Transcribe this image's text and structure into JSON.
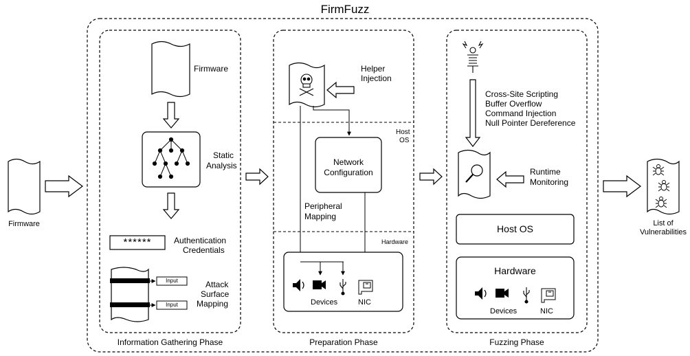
{
  "title": "FirmFuzz",
  "input": {
    "label": "Firmware"
  },
  "output": {
    "label_line1": "List of",
    "label_line2": "Vulnerabilities"
  },
  "phases": {
    "info_gathering": {
      "label": "Information Gathering Phase",
      "firmware_label": "Firmware",
      "static_analysis_line1": "Static",
      "static_analysis_line2": "Analysis",
      "credentials_stars": "******",
      "credentials_line1": "Authentication",
      "credentials_line2": "Credentials",
      "input_field_1": "Input",
      "input_field_2": "Input",
      "attack_line1": "Attack",
      "attack_line2": "Surface",
      "attack_line3": "Mapping"
    },
    "preparation": {
      "label": "Preparation Phase",
      "helper_line1": "Helper",
      "helper_line2": "Injection",
      "host_os_line1": "Host",
      "host_os_line2": "OS",
      "network_line1": "Network",
      "network_line2": "Configuration",
      "peripheral_line1": "Peripheral",
      "peripheral_line2": "Mapping",
      "hardware_label": "Hardware",
      "devices_label": "Devices",
      "nic_label": "NIC"
    },
    "fuzzing": {
      "label": "Fuzzing Phase",
      "vulnerabilities": [
        "Cross-Site Scripting",
        "Buffer Overflow",
        "Command Injection",
        "Null Pointer Dereference"
      ],
      "runtime_line1": "Runtime",
      "runtime_line2": "Monitoring",
      "host_os_label": "Host OS",
      "hardware_label": "Hardware",
      "devices_label": "Devices",
      "nic_label": "NIC"
    }
  }
}
